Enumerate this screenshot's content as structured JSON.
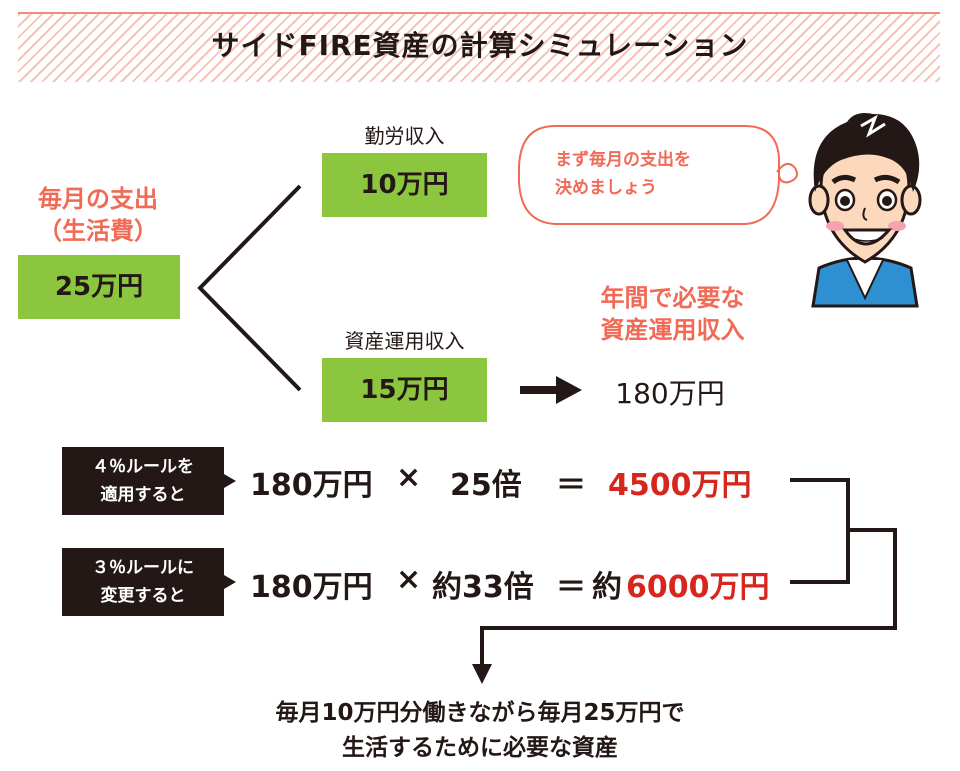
{
  "header": {
    "title": "サイドFIRE資産の計算シミュレーション"
  },
  "expense": {
    "label_line1": "毎月の支出",
    "label_line2": "（生活費）",
    "value": "25万円"
  },
  "labor": {
    "label": "勤労収入",
    "value": "10万円"
  },
  "investment": {
    "label": "資産運用収入",
    "value": "15万円"
  },
  "annual": {
    "label_line1": "年間で必要な",
    "label_line2": "資産運用収入",
    "value": "180万円"
  },
  "speech": {
    "line1": "まず毎月の支出を",
    "line2": "決めましょう"
  },
  "rule4": {
    "box_line1": "４％ルールを",
    "box_line2": "適用すると",
    "base": "180万円",
    "times": "×",
    "multiplier": "25倍",
    "equals": "＝",
    "result": "4500万円"
  },
  "rule3": {
    "box_line1": "３％ルールに",
    "box_line2": "変更すると",
    "base": "180万円",
    "times": "×",
    "multiplier": "約33倍",
    "equals": "＝",
    "approx": "約",
    "result": "6000万円"
  },
  "conclusion": {
    "line1": "毎月10万円分働きながら毎月25万円で",
    "line2": "生活するために必要な資産"
  },
  "colors": {
    "green": "#8cc63f",
    "pink": "#f06a55",
    "red": "#d7261e",
    "black": "#231815",
    "stripe": "#f6c3b6"
  }
}
